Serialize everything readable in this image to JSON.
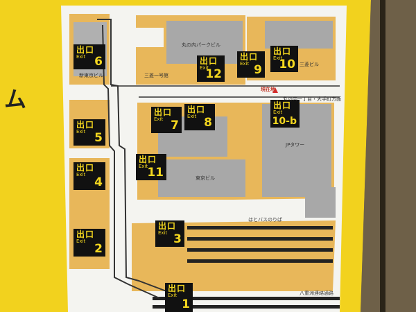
{
  "map": {
    "partial_heading_glyph": "ム",
    "current_location": "現在地",
    "exits": [
      {
        "id": "exit-6",
        "jp": "出口",
        "en": "Exit",
        "num": "6"
      },
      {
        "id": "exit-12",
        "jp": "出口",
        "en": "Exit",
        "num": "12"
      },
      {
        "id": "exit-9",
        "jp": "出口",
        "en": "Exit",
        "num": "9"
      },
      {
        "id": "exit-10",
        "jp": "出口",
        "en": "Exit",
        "num": "10"
      },
      {
        "id": "exit-7",
        "jp": "出口",
        "en": "Exit",
        "num": "7"
      },
      {
        "id": "exit-8",
        "jp": "出口",
        "en": "Exit",
        "num": "8"
      },
      {
        "id": "exit-10b",
        "jp": "出口",
        "en": "Exit",
        "num": "10-b"
      },
      {
        "id": "exit-5",
        "jp": "出口",
        "en": "Exit",
        "num": "5"
      },
      {
        "id": "exit-11",
        "jp": "出口",
        "en": "Exit",
        "num": "11"
      },
      {
        "id": "exit-4",
        "jp": "出口",
        "en": "Exit",
        "num": "4"
      },
      {
        "id": "exit-3",
        "jp": "出口",
        "en": "Exit",
        "num": "3"
      },
      {
        "id": "exit-2",
        "jp": "出口",
        "en": "Exit",
        "num": "2"
      },
      {
        "id": "exit-1",
        "jp": "出口",
        "en": "Exit",
        "num": "1"
      }
    ],
    "labels": {
      "marunouchi_park": "丸の内パークビル",
      "shin_tokyo": "新東京ビル",
      "mitsubishi_ichigokan": "三菱一号館",
      "mitsubishi": "三菱ビル",
      "route_otemachi": "丸の内一丁目・大手町方面",
      "jp_tower": "JPタワー",
      "tokyo_bldg": "東京ビル",
      "bus_terminal": "はとバスのりば",
      "yaesu_passage": "八重洲連絡通路"
    }
  },
  "colors": {
    "sign_yellow": "#f2d21e",
    "block_tan": "#e8b75a",
    "building_gray": "#a8a8a8",
    "passage_white": "#f4f4f0",
    "exit_black": "#111111"
  }
}
